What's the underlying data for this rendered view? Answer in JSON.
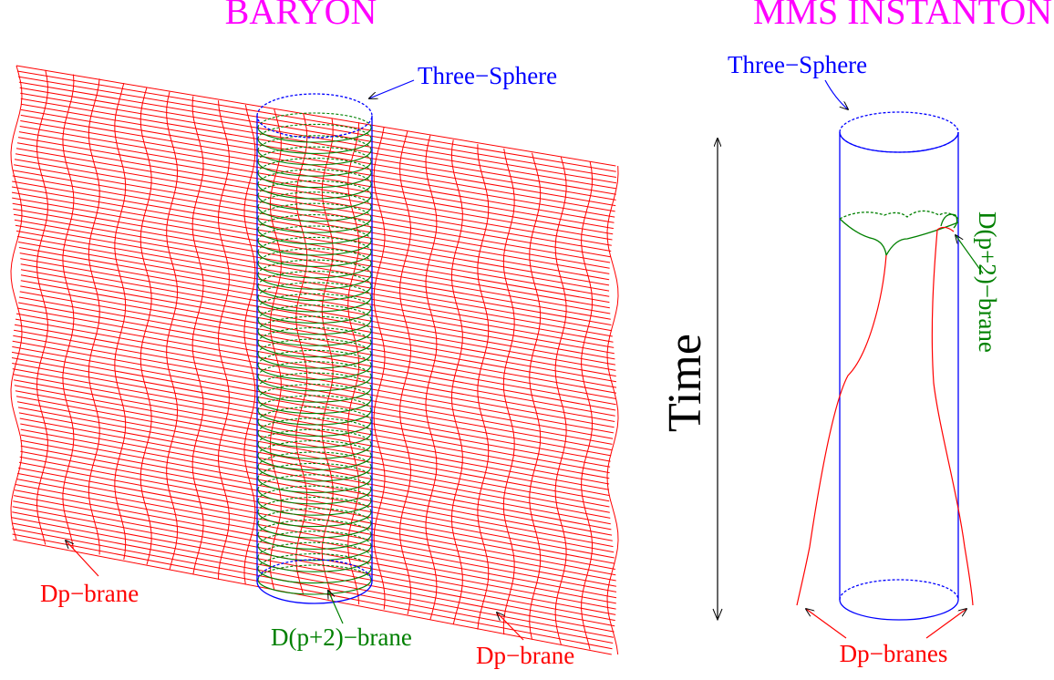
{
  "left_panel": {
    "title": "BARYON",
    "labels": {
      "sphere": "Three−Sphere",
      "brane_left": "Dp−brane",
      "brane_right": "Dp−brane",
      "cylinder": "D(p+2)−brane"
    }
  },
  "right_panel": {
    "title": "MMS INSTANTON",
    "labels": {
      "sphere": "Three−Sphere",
      "cylinder": "D(p+2)−brane",
      "branes": "Dp−branes",
      "time": "Time"
    }
  },
  "colors": {
    "title": "#ff00ff",
    "sphere": "#0000ff",
    "dp_brane": "#ff0000",
    "dp2_brane": "#008000",
    "time_arrow": "#000000"
  }
}
